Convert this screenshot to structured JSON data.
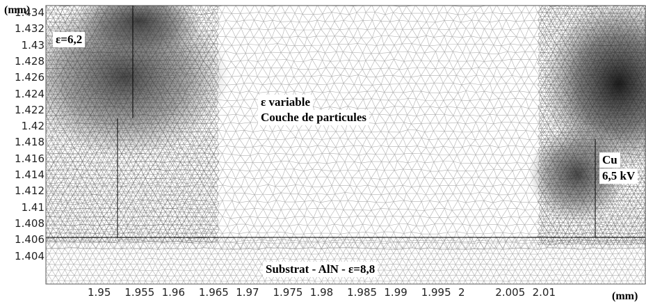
{
  "axes": {
    "y_unit": "(mm)",
    "x_unit": "(mm)",
    "y_ticks": [
      "1.434",
      "1.432",
      "1.43",
      "1.428",
      "1.426",
      "1.424",
      "1.422",
      "1.42",
      "1.418",
      "1.416",
      "1.414",
      "1.412",
      "1.41",
      "1.408",
      "1.406",
      "1.404"
    ],
    "x_ticks": [
      "1.95",
      "1.955",
      "1.96",
      "1.965",
      "1.97",
      "1.975",
      "1.98",
      "1.985",
      "1.99",
      "1.995",
      "2",
      "2.005",
      "2.01"
    ]
  },
  "labels": {
    "left_region": "ε=6,2",
    "center_line1": "ε variable",
    "center_line2": "Couche de particules",
    "right_line1": "Cu",
    "right_line2": "6,5 kV",
    "substrate": "Substrat - AlN - ε=8,8"
  },
  "colors": {
    "mesh": "#6e6e6e",
    "dense_mesh": "#3a3a3a",
    "background": "#ffffff"
  }
}
